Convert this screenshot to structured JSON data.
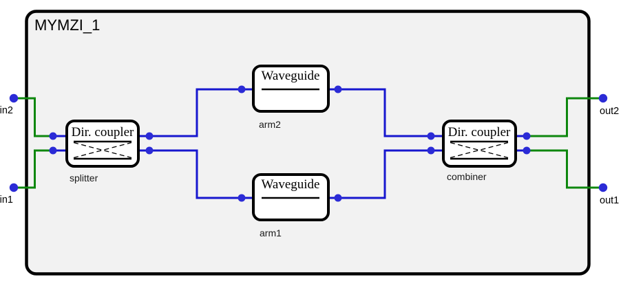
{
  "circuit": {
    "title": "MYMZI_1",
    "external_ports": [
      {
        "id": "in2",
        "label": "in2",
        "side": "left"
      },
      {
        "id": "in1",
        "label": "in1",
        "side": "left"
      },
      {
        "id": "out2",
        "label": "out2",
        "side": "right"
      },
      {
        "id": "out1",
        "label": "out1",
        "side": "right"
      }
    ],
    "blocks": [
      {
        "id": "splitter",
        "type_label": "Dir. coupler",
        "instance_label": "splitter",
        "symbol": "directional-coupler-icon"
      },
      {
        "id": "arm2",
        "type_label": "Waveguide",
        "instance_label": "arm2",
        "symbol": "waveguide-icon"
      },
      {
        "id": "arm1",
        "type_label": "Waveguide",
        "instance_label": "arm1",
        "symbol": "waveguide-icon"
      },
      {
        "id": "combiner",
        "type_label": "Dir. coupler",
        "instance_label": "combiner",
        "symbol": "directional-coupler-icon"
      }
    ],
    "connections": [
      "in2 -> splitter.top-left",
      "in1 -> splitter.bottom-left",
      "splitter.top-right -> arm2.left",
      "splitter.bottom-right -> arm1.left",
      "arm2.right -> combiner.top-left",
      "arm1.right -> combiner.bottom-left",
      "combiner.top-right -> out2",
      "combiner.bottom-right -> out1"
    ]
  },
  "colors": {
    "wire_blue": "#1717cf",
    "wire_green": "#0e870e",
    "dot_blue": "#2b2bd6",
    "box_fill": "#f2f2f2",
    "block_fill": "#ffffff",
    "line_black": "#000000",
    "page_bg": "#ffffff",
    "text_black": "#000000"
  }
}
